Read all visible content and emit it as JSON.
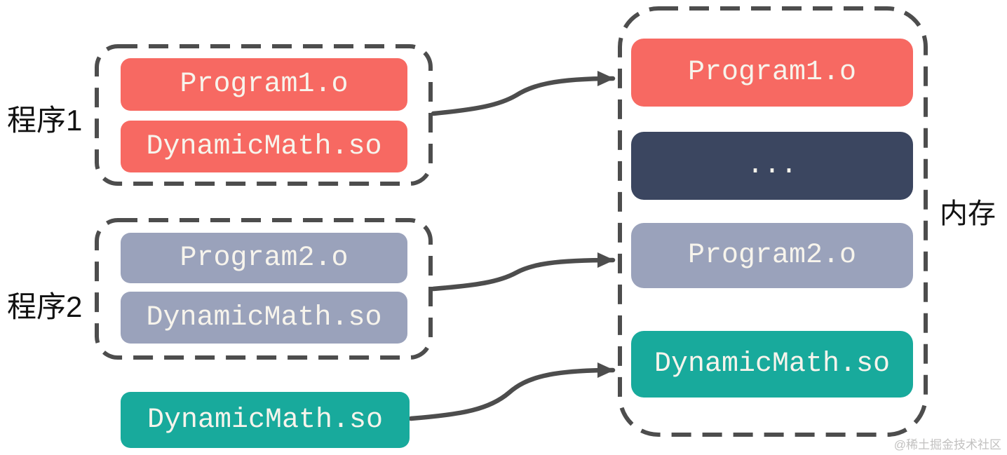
{
  "left": {
    "group1": {
      "label": "程序1",
      "boxes": [
        {
          "text": "Program1.o",
          "color": "#f76962"
        },
        {
          "text": "DynamicMath.so",
          "color": "#f76962"
        }
      ]
    },
    "group2": {
      "label": "程序2",
      "boxes": [
        {
          "text": "Program2.o",
          "color": "#9aa2bb"
        },
        {
          "text": "DynamicMath.so",
          "color": "#9aa2bb"
        }
      ]
    },
    "standalone": {
      "text": "DynamicMath.so",
      "color": "#18aa9c"
    }
  },
  "memory": {
    "label": "内存",
    "blocks": [
      {
        "text": "Program1.o",
        "color": "#f76962"
      },
      {
        "text": "...",
        "color": "#3b4660"
      },
      {
        "text": "Program2.o",
        "color": "#9aa2bb"
      },
      {
        "text": "DynamicMath.so",
        "color": "#18aa9c"
      }
    ]
  },
  "arrows": [
    {
      "from": "group-program1",
      "to": "memory-block-program1"
    },
    {
      "from": "group-program2",
      "to": "memory-block-program2"
    },
    {
      "from": "standalone-dynamicmath-so",
      "to": "memory-block-dynamicmath-so"
    }
  ],
  "watermark": "@稀土掘金技术社区",
  "colors": {
    "stroke": "#4d4d4d",
    "box_text": "#f7f4ec",
    "label_text": "#111111",
    "watermark": "#c2c1c0",
    "background": "#ffffff"
  }
}
